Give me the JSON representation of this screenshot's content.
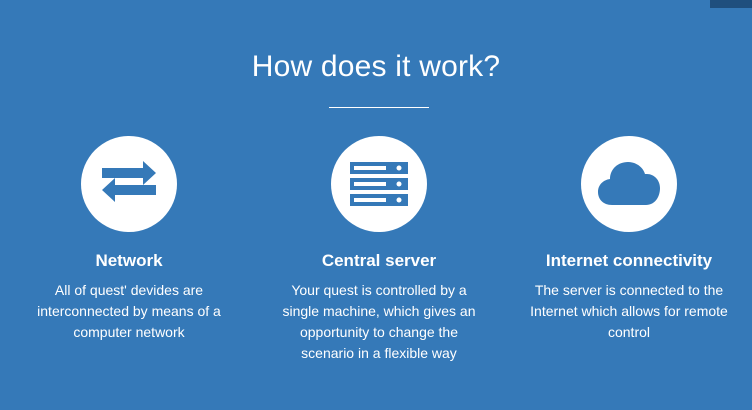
{
  "section": {
    "title": "How does it work?"
  },
  "features": [
    {
      "icon": "arrows-exchange-icon",
      "title": "Network",
      "text": "All of quest' devides are interconnected by means of a computer network"
    },
    {
      "icon": "server-icon",
      "title": "Central server",
      "text": "Your quest is controlled by a single machine, which gives an opportunity to change the scenario in a flexible way"
    },
    {
      "icon": "cloud-icon",
      "title": "Internet connectivity",
      "text": "The server is connected to the Internet which allows for remote control"
    }
  ],
  "colors": {
    "background": "#3579b8",
    "icon_circle": "#ffffff",
    "icon_glyph": "#3579b8",
    "corner_tab": "#1f4f7e"
  }
}
